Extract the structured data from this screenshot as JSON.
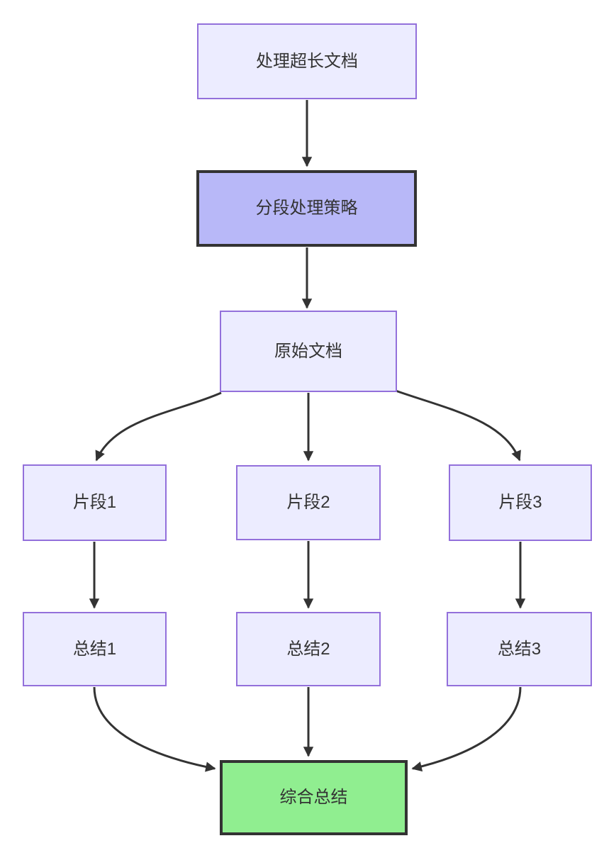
{
  "diagram": {
    "type": "flowchart",
    "direction": "top-down",
    "nodes": [
      {
        "id": "A",
        "label": "处理超长文档",
        "style": "default"
      },
      {
        "id": "B",
        "label": "分段处理策略",
        "style": "highlight-purple"
      },
      {
        "id": "C",
        "label": "原始文档",
        "style": "default"
      },
      {
        "id": "D1",
        "label": "片段1",
        "style": "default"
      },
      {
        "id": "D2",
        "label": "片段2",
        "style": "default"
      },
      {
        "id": "D3",
        "label": "片段3",
        "style": "default"
      },
      {
        "id": "E1",
        "label": "总结1",
        "style": "default"
      },
      {
        "id": "E2",
        "label": "总结2",
        "style": "default"
      },
      {
        "id": "E3",
        "label": "总结3",
        "style": "default"
      },
      {
        "id": "F",
        "label": "综合总结",
        "style": "highlight-green"
      }
    ],
    "edges": [
      {
        "from": "A",
        "to": "B"
      },
      {
        "from": "B",
        "to": "C"
      },
      {
        "from": "C",
        "to": "D1"
      },
      {
        "from": "C",
        "to": "D2"
      },
      {
        "from": "C",
        "to": "D3"
      },
      {
        "from": "D1",
        "to": "E1"
      },
      {
        "from": "D2",
        "to": "E2"
      },
      {
        "from": "D3",
        "to": "E3"
      },
      {
        "from": "E1",
        "to": "F"
      },
      {
        "from": "E2",
        "to": "F"
      },
      {
        "from": "E3",
        "to": "F"
      }
    ],
    "colors": {
      "background": "#ffffff",
      "node_fill": "#ECECFF",
      "node_border": "#9370DB",
      "strategy_node_fill": "#B8B8F8",
      "result_node_fill": "#90EE90",
      "emphasis_border": "#333333",
      "edge_stroke": "#333333",
      "text": "#333333"
    }
  }
}
